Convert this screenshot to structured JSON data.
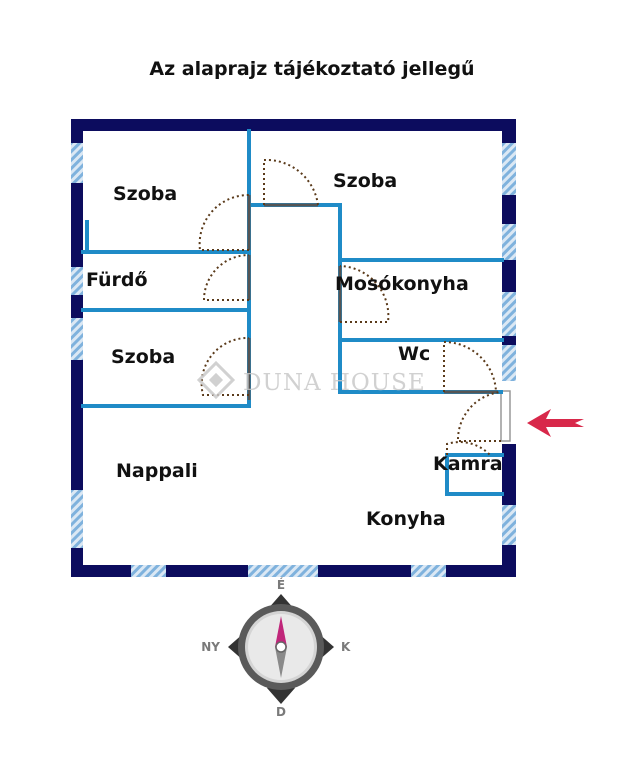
{
  "title": "Az alaprajz tájékoztató jellegű",
  "rooms": {
    "szoba_top_left": "Szoba",
    "szoba_top_right": "Szoba",
    "furdo": "Fürdő",
    "mosokonyha": "Mosókonyha",
    "szoba_middle_left": "Szoba",
    "wc": "Wc",
    "nappali": "Nappali",
    "kamra": "Kamra",
    "konyha": "Konyha"
  },
  "watermark": "DUNA HOUSE",
  "compass": {
    "north": "É",
    "west": "NY",
    "east": "K",
    "south": "D"
  },
  "colors": {
    "outer_wall": "#0c0c5e",
    "inner_wall": "#1f8bc7",
    "window": "#7fb2dd",
    "door_arc": "#5a3a1a",
    "entry_arrow": "#d8284a",
    "compass_needle": "#c0267a"
  }
}
